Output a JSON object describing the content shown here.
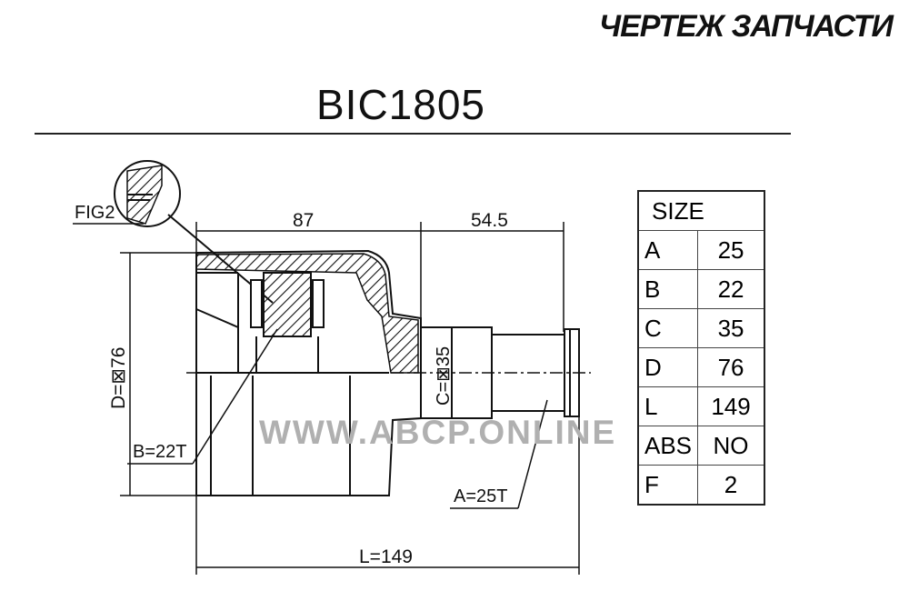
{
  "header": {
    "brand": "ЧЕРТЕЖ ЗАПЧАСТИ",
    "part_number": "BIC1805"
  },
  "watermark": "WWW.ABCP.ONLINE",
  "drawing": {
    "labels": {
      "fig": "FIG2",
      "dim_top_left": "87",
      "dim_top_right": "54.5",
      "dim_d": "D=⊠76",
      "dim_c": "C=⊠35",
      "spline_b": "B=22T",
      "spline_a": "A=25T",
      "length": "L=149"
    }
  },
  "size_table": {
    "title": "SIZE",
    "rows": [
      {
        "key": "A",
        "value": "25"
      },
      {
        "key": "B",
        "value": "22"
      },
      {
        "key": "C",
        "value": "35"
      },
      {
        "key": "D",
        "value": "76"
      },
      {
        "key": "L",
        "value": "149"
      },
      {
        "key": "ABS",
        "value": "NO"
      },
      {
        "key": "F",
        "value": "2"
      }
    ]
  }
}
